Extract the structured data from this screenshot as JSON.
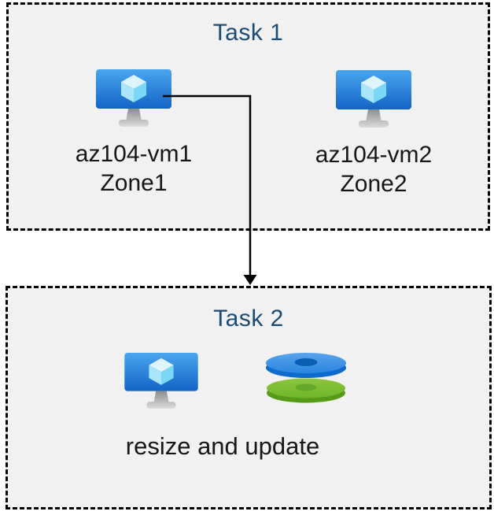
{
  "task1": {
    "title": "Task 1",
    "vms": [
      {
        "name": "az104-vm1",
        "zone": "Zone1"
      },
      {
        "name": "az104-vm2",
        "zone": "Zone2"
      }
    ]
  },
  "task2": {
    "title": "Task 2",
    "caption": "resize and update"
  },
  "icons": {
    "vm": "azure-virtual-machine",
    "disks": "azure-managed-disks",
    "connector": "elbow-arrow-down"
  },
  "colors": {
    "page_background": "#ffffff",
    "box_background": "#f1f1f2",
    "box_border": "#000000",
    "title_text": "#1b4a73",
    "label_text": "#161616",
    "connector": "#000000",
    "vm_screen_top": "#4aa6ee",
    "vm_screen_bottom": "#1463c6",
    "vm_cube_top": "#dff4fd",
    "vm_cube_left": "#a9e6f9",
    "vm_cube_right": "#7bd7f6",
    "vm_stand_gray": "#9a9a9a",
    "disk_blue_top": "#3a92e8",
    "disk_blue_side": "#0e6bce",
    "disk_blue_hole": "#0a5fb4",
    "disk_green_top": "#7dbe33",
    "disk_green_side": "#579a17",
    "disk_green_hole": "#66a928"
  }
}
